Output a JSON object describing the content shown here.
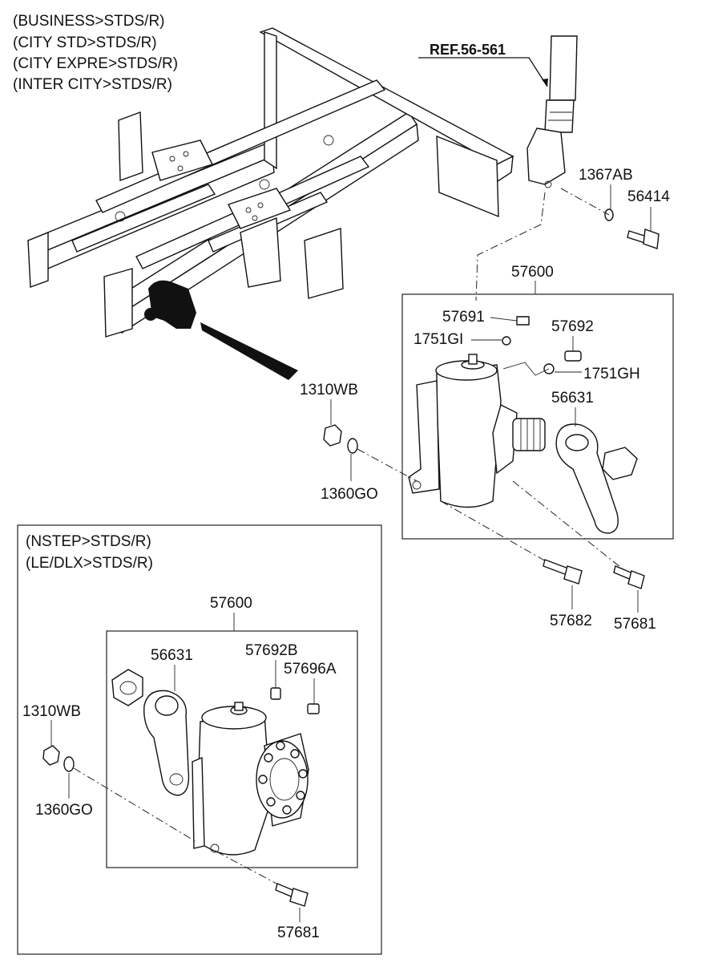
{
  "variants_top": [
    "(BUSINESS>STDS/R)",
    "(CITY STD>STDS/R)",
    "(CITY EXPRE>STDS/R)",
    "(INTER CITY>STDS/R)"
  ],
  "variants_bottom": [
    "(NSTEP>STDS/R)",
    "(LE/DLX>STDS/R)"
  ],
  "reference": "REF.56-561",
  "top_callouts": {
    "p1367ab": "1367AB",
    "p56414": "56414",
    "assembly": "57600",
    "p57691": "57691",
    "p1751gi": "1751GI",
    "p57692": "57692",
    "p1751gh": "1751GH",
    "p56631": "56631",
    "p1310wb": "1310WB",
    "p1360go": "1360GO",
    "p57682": "57682",
    "p57681": "57681"
  },
  "bottom_callouts": {
    "assembly": "57600",
    "p56631": "56631",
    "p57692b": "57692B",
    "p57696a": "57696A",
    "p1310wb": "1310WB",
    "p1360go": "1360GO",
    "p57681": "57681"
  }
}
